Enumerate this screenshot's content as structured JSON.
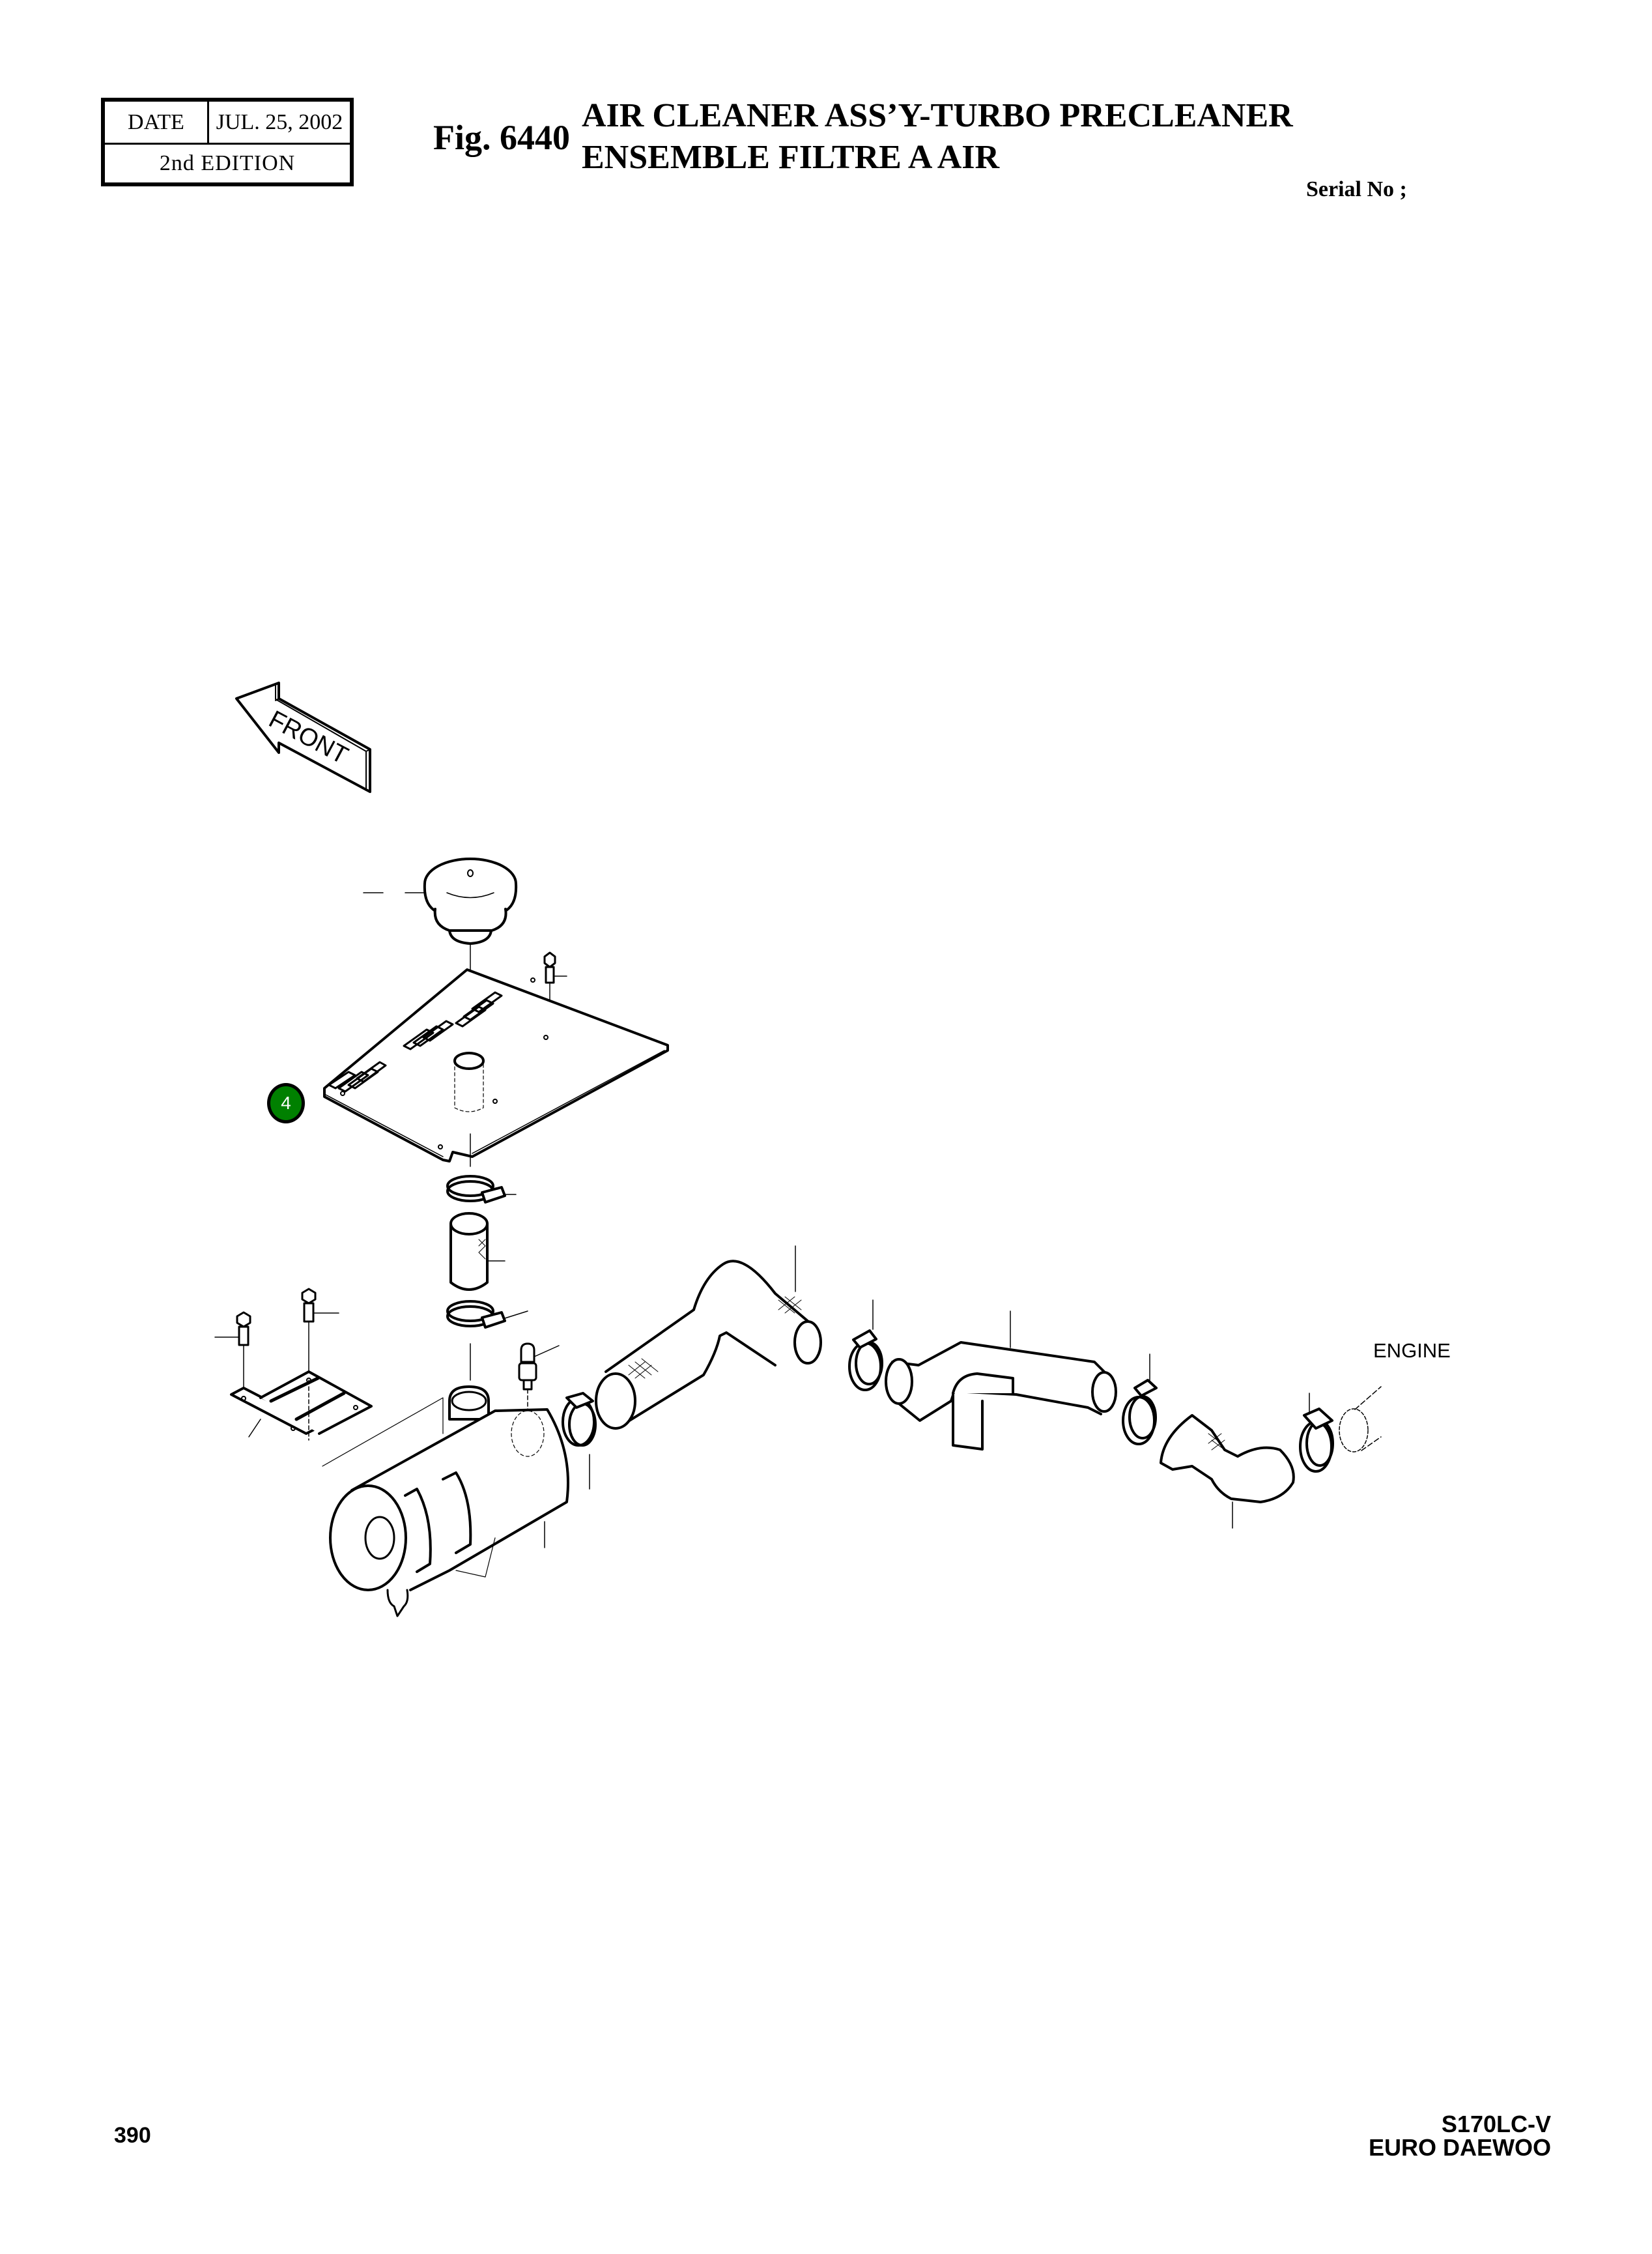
{
  "header": {
    "date_label": "DATE",
    "date_value": "JUL. 25, 2002",
    "edition": "2nd  EDITION",
    "figure_number": "Fig. 6440",
    "title_en": "AIR CLEANER ASS’Y-TURBO PRECLEANER",
    "title_fr": "ENSEMBLE FILTRE A AIR",
    "serial_label": "Serial No ;"
  },
  "diagram": {
    "direction_arrow_label": "FRONT",
    "engine_label": "ENGINE",
    "callouts": [
      {
        "number": "4",
        "part": "precleaner mounting plate",
        "color": "#008000"
      }
    ],
    "parts_shown": [
      "turbo precleaner cap",
      "mounting plate with slots",
      "bolt",
      "hose clamp",
      "short straight hose",
      "hose clamp",
      "bracket bolts",
      "mounting bracket",
      "restriction indicator",
      "air cleaner body",
      "hose clamp",
      "intake hose (bent)",
      "hose clamp",
      "intake pipe with bracket",
      "hose clamp",
      "elbow hose",
      "hose clamp"
    ]
  },
  "footer": {
    "page_number": "390",
    "model": "S170LC-V",
    "brand": "EURO DAEWOO"
  }
}
